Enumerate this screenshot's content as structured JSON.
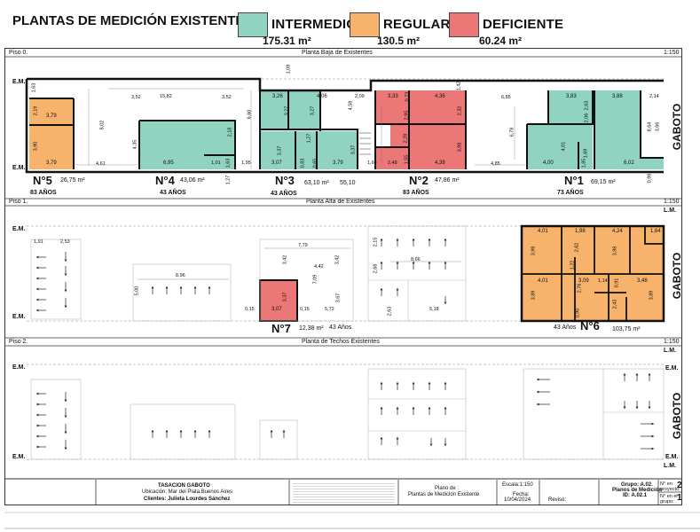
{
  "header": {
    "title": "PLANTAS DE MEDICIÓN EXISTENTE",
    "legend": [
      {
        "name": "INTERMEDIO",
        "area": "175.31 m²",
        "color": "#8fd3c0"
      },
      {
        "name": "REGULAR",
        "area": "130.5 m²",
        "color": "#f7b26b"
      },
      {
        "name": "DEFICIENTE",
        "area": "60.24 m²",
        "color": "#ec7777"
      }
    ]
  },
  "colors": {
    "intermedio": "#8fd3c0",
    "regular": "#f7b26b",
    "deficiente": "#ec7777"
  },
  "levels": [
    {
      "label": "Piso 0.",
      "title": "Planta Baja de Existentes",
      "scale": "1:150"
    },
    {
      "label": "Piso 1.",
      "title": "Planta Alta de Existentes",
      "scale": "1:150"
    },
    {
      "label": "Piso 2.",
      "title": "Planta de Techos Existentes",
      "scale": "1:150"
    }
  ],
  "markers": {
    "em": "E.M.",
    "lm": "L.M.",
    "street": "GABOTO"
  },
  "units": [
    {
      "name": "N°5",
      "area": "26,75 m²",
      "age": "83 AÑOS"
    },
    {
      "name": "N°4",
      "area": "43,06 m²",
      "age": "43 AÑOS"
    },
    {
      "name": "N°3",
      "area": "63,10 m²",
      "age": "43 AÑOS",
      "extra": "55,10"
    },
    {
      "name": "N°2",
      "area": "47,86 m²",
      "age": "83 AÑOS"
    },
    {
      "name": "N°1",
      "area": "69,15 m²",
      "age": "73 AÑOS"
    },
    {
      "name": "N°7",
      "area": "12,38 m²",
      "age": "43 Años"
    },
    {
      "name": "N°6",
      "area": "103,75 m²",
      "age": "43 Años"
    }
  ],
  "dims_ground": [
    "1,63",
    "2,19",
    "3,79",
    "3,90",
    "3,79",
    "8,02",
    "4,61",
    "3,52",
    "15,82",
    "3,52",
    "4,35",
    "6,95",
    "2,18",
    "1,01",
    "1,63",
    "1,27",
    "1,95",
    "6,60",
    "1,08",
    "3,26",
    "4,06",
    "3,27",
    "3,27",
    "2,09",
    "4,58",
    "3,37",
    "1,27",
    "3,07",
    "0,83",
    "3,79",
    "3,37",
    "0,65",
    "3,33",
    "0,73",
    "4,36",
    "1,42",
    "2,95",
    "2,32",
    "2,28",
    "3,98",
    "1,64",
    "2,48",
    "1,55",
    "4,38",
    "6,85",
    "6,78",
    "4,85",
    "3,83",
    "2,63",
    "2,06",
    "3,88",
    "2,14",
    "8,64",
    "3,66",
    "4,01",
    "1,69",
    "4,00",
    "1,85",
    "6,02",
    "0,98"
  ],
  "dims_upper": [
    "1,91",
    "2,53",
    "8,96",
    "5,00",
    "7,79",
    "3,42",
    "4,42",
    "7,09",
    "3,42",
    "3,67",
    "0,15",
    "3,07",
    "0,15",
    "3,37",
    "5,72",
    "2,15",
    "2,68",
    "8,66",
    "2,63",
    "5,18",
    "4,01",
    "1,98",
    "4,24",
    "1,64",
    "3,98",
    "2,62",
    "1,22",
    "3,98",
    "4,01",
    "3,09",
    "1,14",
    "3,48",
    "3,89",
    "0,90",
    "2,76",
    "2,43",
    "0,91",
    "3,89"
  ],
  "title_block": {
    "project": "TASACION GABOTO",
    "location": "Ubicación: Mar del Plata,Buenos Aires",
    "client": "Clientes: Julieta Lourdes Sánchez",
    "plan_label": "Plano de :",
    "plan_name": "Plantas de Medición Existente",
    "scale": "Escala:1:150",
    "date_label": "Fecha:",
    "date": "10/04/2024",
    "revision": "Revisó:",
    "group": "Grupo: A.02.",
    "series": "Planos de Medición",
    "id": "ID: A.02.1",
    "sheet_in_project_label": "N° en proyecto:",
    "sheet_in_project": "2",
    "sheet_in_group_label": "N° en el grupo:",
    "sheet_in_group": "1"
  }
}
